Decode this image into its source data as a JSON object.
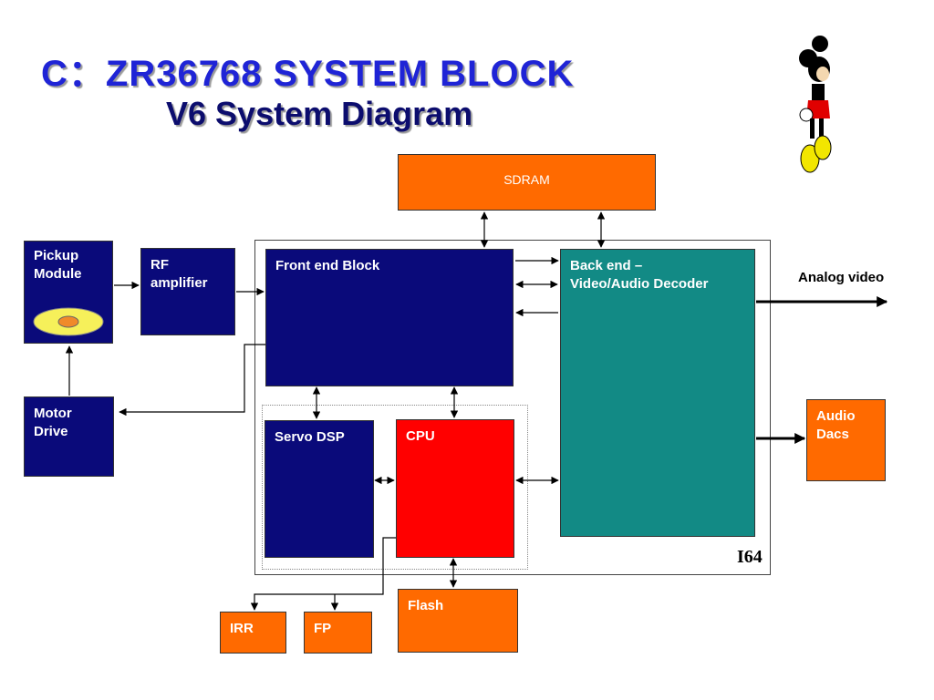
{
  "title": "C：ZR36768  SYSTEM  BLOCK",
  "subtitle": "V6 System Diagram",
  "blocks": {
    "sdram": "SDRAM",
    "pickup": "Pickup Module",
    "rf": "RF amplifier",
    "frontend": "Front end Block",
    "backend_line1": "Back end –",
    "backend_line2": "Video/Audio Decoder",
    "motor": "Motor Drive",
    "servo": "Servo DSP",
    "cpu": "CPU",
    "audio": "Audio Dacs",
    "flash": "Flash",
    "irr": "IRR",
    "fp": "FP"
  },
  "labels": {
    "analog_video": "Analog video",
    "chip": "I64"
  },
  "mascot_icon": "mickey-mouse-icon"
}
